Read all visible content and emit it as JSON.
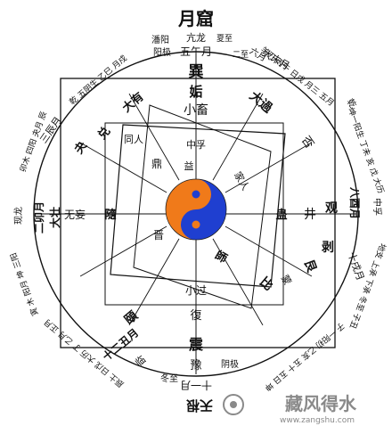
{
  "title": "月窟",
  "watermark": {
    "brand": "藏风得水",
    "url": "www.zangshu.com"
  },
  "colors": {
    "yin": "#1f3fd0",
    "yang": "#f07a1a",
    "ink": "#111111",
    "watermark": "#8a8a8a"
  },
  "center_label": "中孚",
  "upper_left_small": "益",
  "lower_center_small": "小过",
  "hexagrams": {
    "top": [
      "巽",
      "姤",
      "小畜"
    ],
    "left": [
      "隨",
      "无妄"
    ],
    "right": [
      "蛊",
      "井"
    ],
    "bottom": [
      "震",
      "復",
      "豫"
    ],
    "tr_diag": [
      "大過",
      "姤"
    ],
    "bl_diag": [
      "頤",
      "復"
    ],
    "tl_inner": [
      "大有",
      "同人"
    ],
    "br_inner": [
      "比",
      "師"
    ],
    "mid_ring_top": "小畜",
    "mid_ring_right": "家人",
    "mid_ring_left": "鼎",
    "mid_ring_bottom": "晋"
  },
  "outer_blocks": {
    "n": [
      "五午月",
      "亢龙",
      "潘阳",
      "阳极",
      "夏至",
      "二至"
    ],
    "ne": [
      "大未月",
      "六月",
      "乾",
      "否"
    ],
    "e": [
      "八酉月",
      "观",
      "井",
      "蛊",
      "中孚"
    ],
    "se": [
      "十戌月",
      "剥",
      "艮",
      "蒙"
    ],
    "s": [
      "十一月",
      "天根",
      "坤",
      "阴极",
      "冬至"
    ],
    "sw": [
      "十二丑月",
      "临",
      "復"
    ],
    "w": [
      "二卯月",
      "大壮",
      "无妄",
      "现龙"
    ],
    "nw": [
      "三辰月",
      "夬",
      "兑",
      "睽"
    ]
  },
  "ring_text": {
    "top_left": "乾 五阴生 乙巳 月戍",
    "top_right": "羊刃 丙午 日戊 月三 五月",
    "right_upper": "坤一阳生 丁未 亥 戊 大历",
    "right_lower": "地支 上承 下承 冬至 子丑",
    "bottom_right": "子 一阳初 乙亥 五十 五日 坤",
    "bottom_left": "辰土 日戊 大历 丁 乙月 正月",
    "left_lower": "寅 木 阳月 坤 三阳",
    "left_upper": "卯木 四阳 夬月 辰"
  }
}
